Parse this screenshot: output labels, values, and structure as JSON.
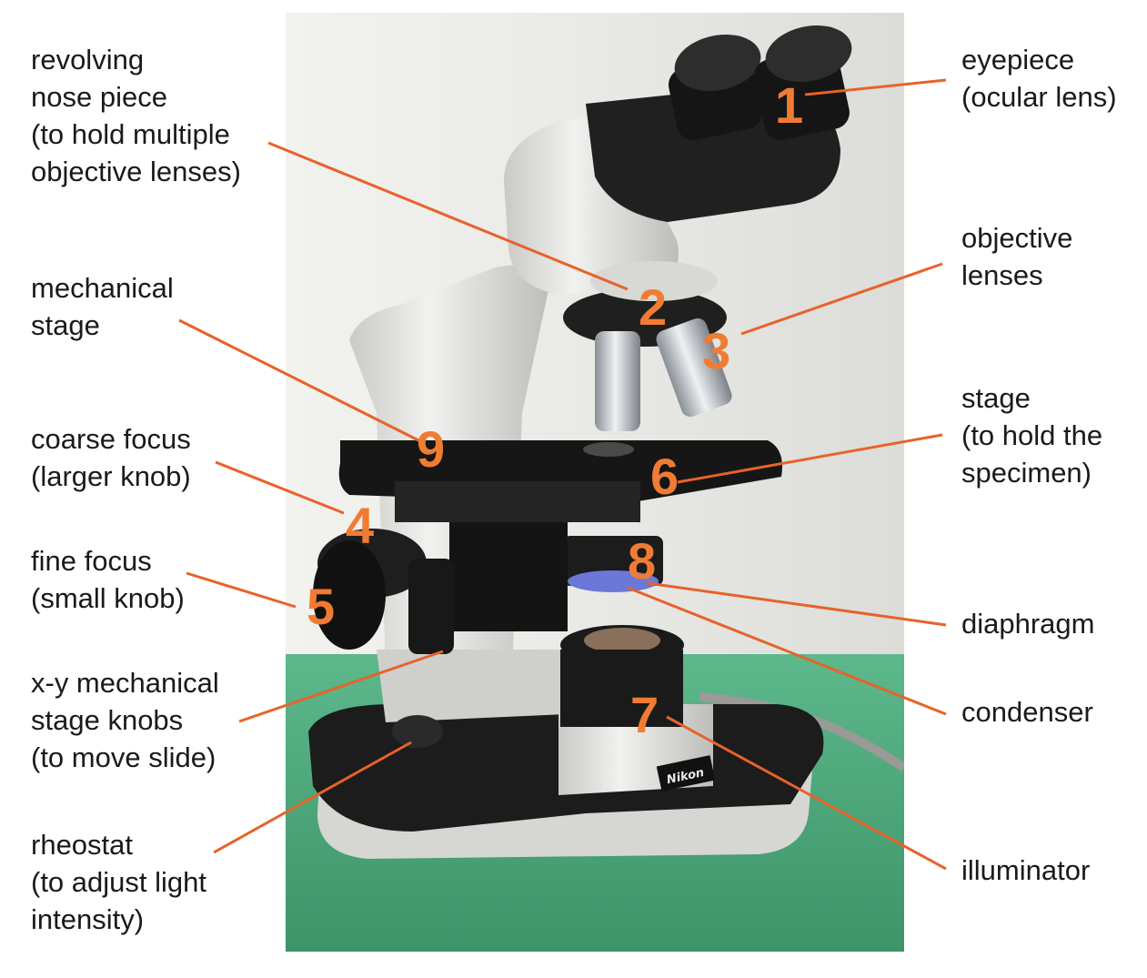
{
  "colors": {
    "leader": "#e8622a",
    "number": "#f07c33",
    "bench": "#4aa67a",
    "wall": "#ebebe8"
  },
  "numbers": [
    "1",
    "2",
    "3",
    "4",
    "5",
    "6",
    "7",
    "8",
    "9"
  ],
  "brand": "Nikon",
  "labels": {
    "revolving_nose_piece": [
      "revolving",
      "nose piece",
      "(to hold multiple",
      "objective lenses)"
    ],
    "mechanical_stage": [
      "mechanical",
      "stage"
    ],
    "coarse_focus": [
      "coarse focus",
      "(larger knob)"
    ],
    "fine_focus": [
      "fine focus",
      "(small knob)"
    ],
    "xy_knobs": [
      "x-y mechanical",
      "stage knobs",
      "(to move slide)"
    ],
    "rheostat": [
      "rheostat",
      "(to adjust light",
      "intensity)"
    ],
    "eyepiece": [
      "eyepiece",
      "(ocular lens)"
    ],
    "objective_lenses": [
      "objective",
      "lenses"
    ],
    "stage": [
      "stage",
      "(to hold the",
      "specimen)"
    ],
    "diaphragm": [
      "diaphragm"
    ],
    "condenser": [
      "condenser"
    ],
    "illuminator": [
      "illuminator"
    ]
  }
}
